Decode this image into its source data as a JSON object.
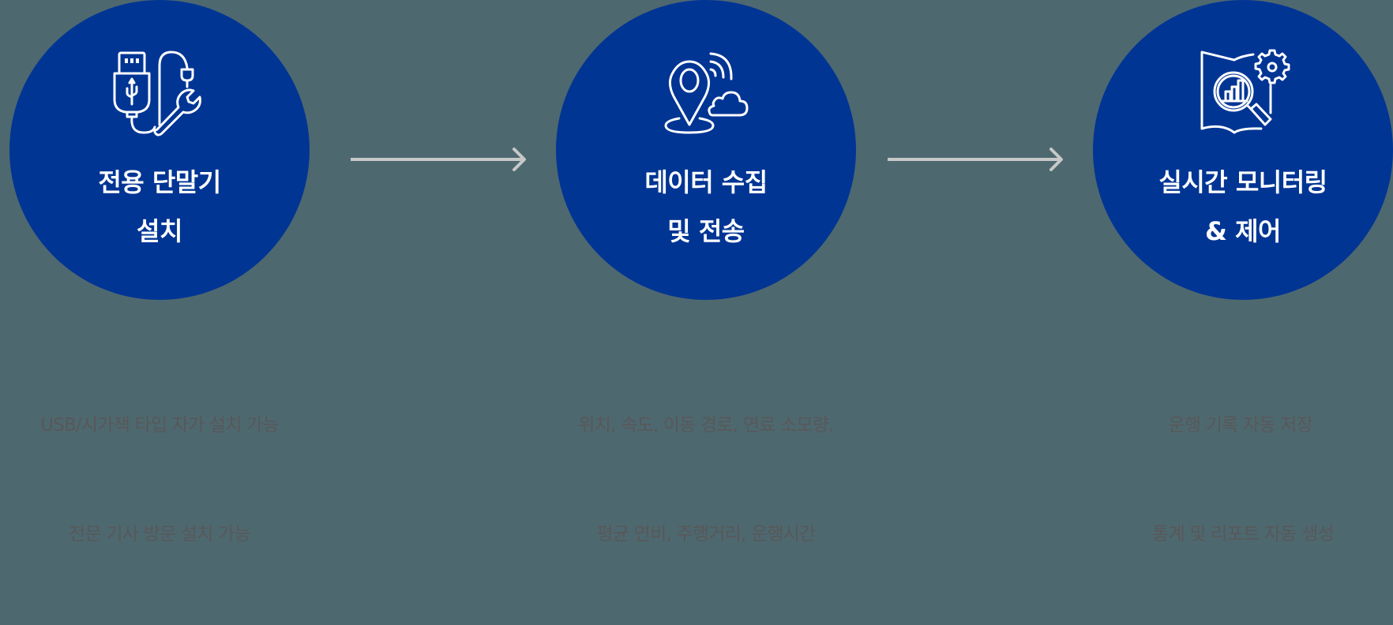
{
  "colors": {
    "background": "#4e6870",
    "circle": "#003594",
    "title_text": "#ffffff",
    "description_text": "#585858",
    "arrow": "#c8c8c8"
  },
  "steps": [
    {
      "icon": "usb-wrench-icon",
      "title_lines": [
        "전용 단말기",
        "설치"
      ],
      "description_lines": [
        "USB/시가잭 타입 자가 설치 가능",
        "전문 기사 방문 설치 가능"
      ]
    },
    {
      "icon": "location-signal-cloud-icon",
      "title_lines": [
        "데이터 수집",
        "및 전송"
      ],
      "description_lines": [
        "위치, 속도, 이동 경로, 연료 소모량,",
        "평균 연비, 주행거리, 운행시간"
      ]
    },
    {
      "icon": "chart-magnifier-gear-icon",
      "title_lines": [
        "실시간 모니터링",
        "& 제어"
      ],
      "description_lines": [
        "운행 기록 자동 저장 ",
        "통계 및 리포트 자동 생성"
      ]
    }
  ],
  "connectors": [
    {
      "icon": "arrow-right-icon"
    },
    {
      "icon": "arrow-right-icon"
    }
  ]
}
